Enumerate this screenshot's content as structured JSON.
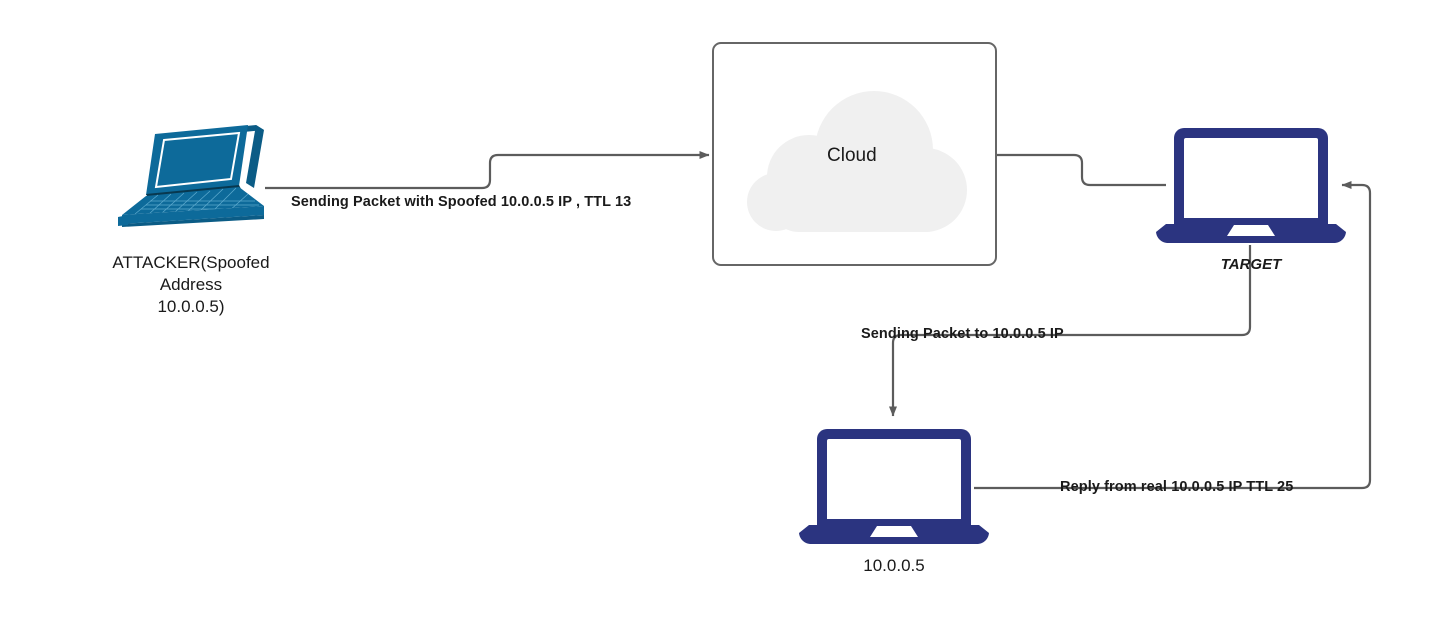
{
  "diagram": {
    "title": "IP Spoofing TTL Reflection Diagram",
    "background": "#ffffff",
    "colors": {
      "attacker_laptop": "#0d6a9a",
      "device_laptop": "#2b3480",
      "edge_stroke": "#5c5c5c",
      "box_border": "#666666",
      "cloud_fill": "#f0f0f0",
      "text": "#1a1a1a"
    }
  },
  "nodes": {
    "attacker": {
      "label": "ATTACKER(Spoofed\nAddress\n10.0.0.5)"
    },
    "cloud": {
      "label": "Cloud"
    },
    "target": {
      "label": "TARGET"
    },
    "victim": {
      "label": "10.0.0.5"
    }
  },
  "edges": [
    {
      "id": "attacker-to-cloud",
      "label": "Sending Packet with Spoofed 10.0.0.5 IP , TTL 13"
    },
    {
      "id": "cloud-to-target",
      "label": ""
    },
    {
      "id": "target-to-victim",
      "label": "Sending Packet to 10.0.0.5 IP"
    },
    {
      "id": "victim-to-target",
      "label": "Reply from real 10.0.0.5 IP TTL 25"
    }
  ]
}
